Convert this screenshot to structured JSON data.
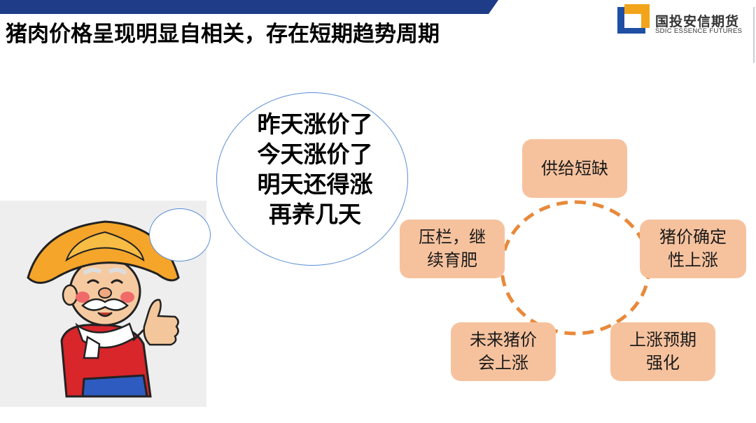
{
  "header": {
    "title": "猪肉价格呈现明显自相关，存在短期趋势周期",
    "logo_cn": "国投安信期货",
    "logo_en": "SDIC ESSENCE FUTURES"
  },
  "speech_bubble": {
    "lines": [
      "昨天涨价了",
      "今天涨价了",
      "明天还得涨",
      "再养几天"
    ]
  },
  "cycle": {
    "nodes": [
      {
        "id": "top",
        "label": "供给短缺"
      },
      {
        "id": "right",
        "label": "猪价确定\n性上涨"
      },
      {
        "id": "bottom_right",
        "label": "上涨预期\n强化"
      },
      {
        "id": "bottom_left",
        "label": "未来猪价\n会上涨"
      },
      {
        "id": "left",
        "label": "压栏，继\n续育肥"
      }
    ],
    "box_color": "#f6c29e",
    "ring_color": "#e8893a"
  },
  "colors": {
    "topbar": "#1f3c88",
    "bubble_border": "#5b8ed4",
    "hat": "#f4a52a"
  }
}
